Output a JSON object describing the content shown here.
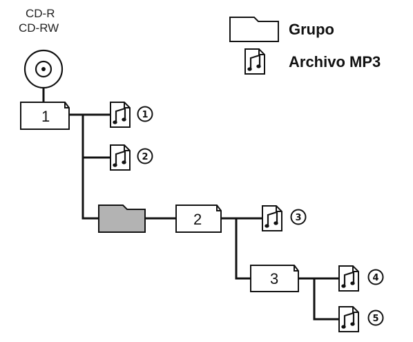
{
  "disc": {
    "label_line1": "CD-R",
    "label_line2": "CD-RW"
  },
  "legend": {
    "group_label": "Grupo",
    "file_label": "Archivo MP3"
  },
  "folders": [
    {
      "label": "1"
    },
    {
      "label": "2"
    },
    {
      "label": "3"
    }
  ],
  "files": [
    {
      "number": "1"
    },
    {
      "number": "2"
    },
    {
      "number": "3"
    },
    {
      "number": "4"
    },
    {
      "number": "5"
    }
  ],
  "colors": {
    "line": "#111111",
    "folder_fill": "#ffffff",
    "highlight_folder_fill": "#b3b3b3"
  }
}
